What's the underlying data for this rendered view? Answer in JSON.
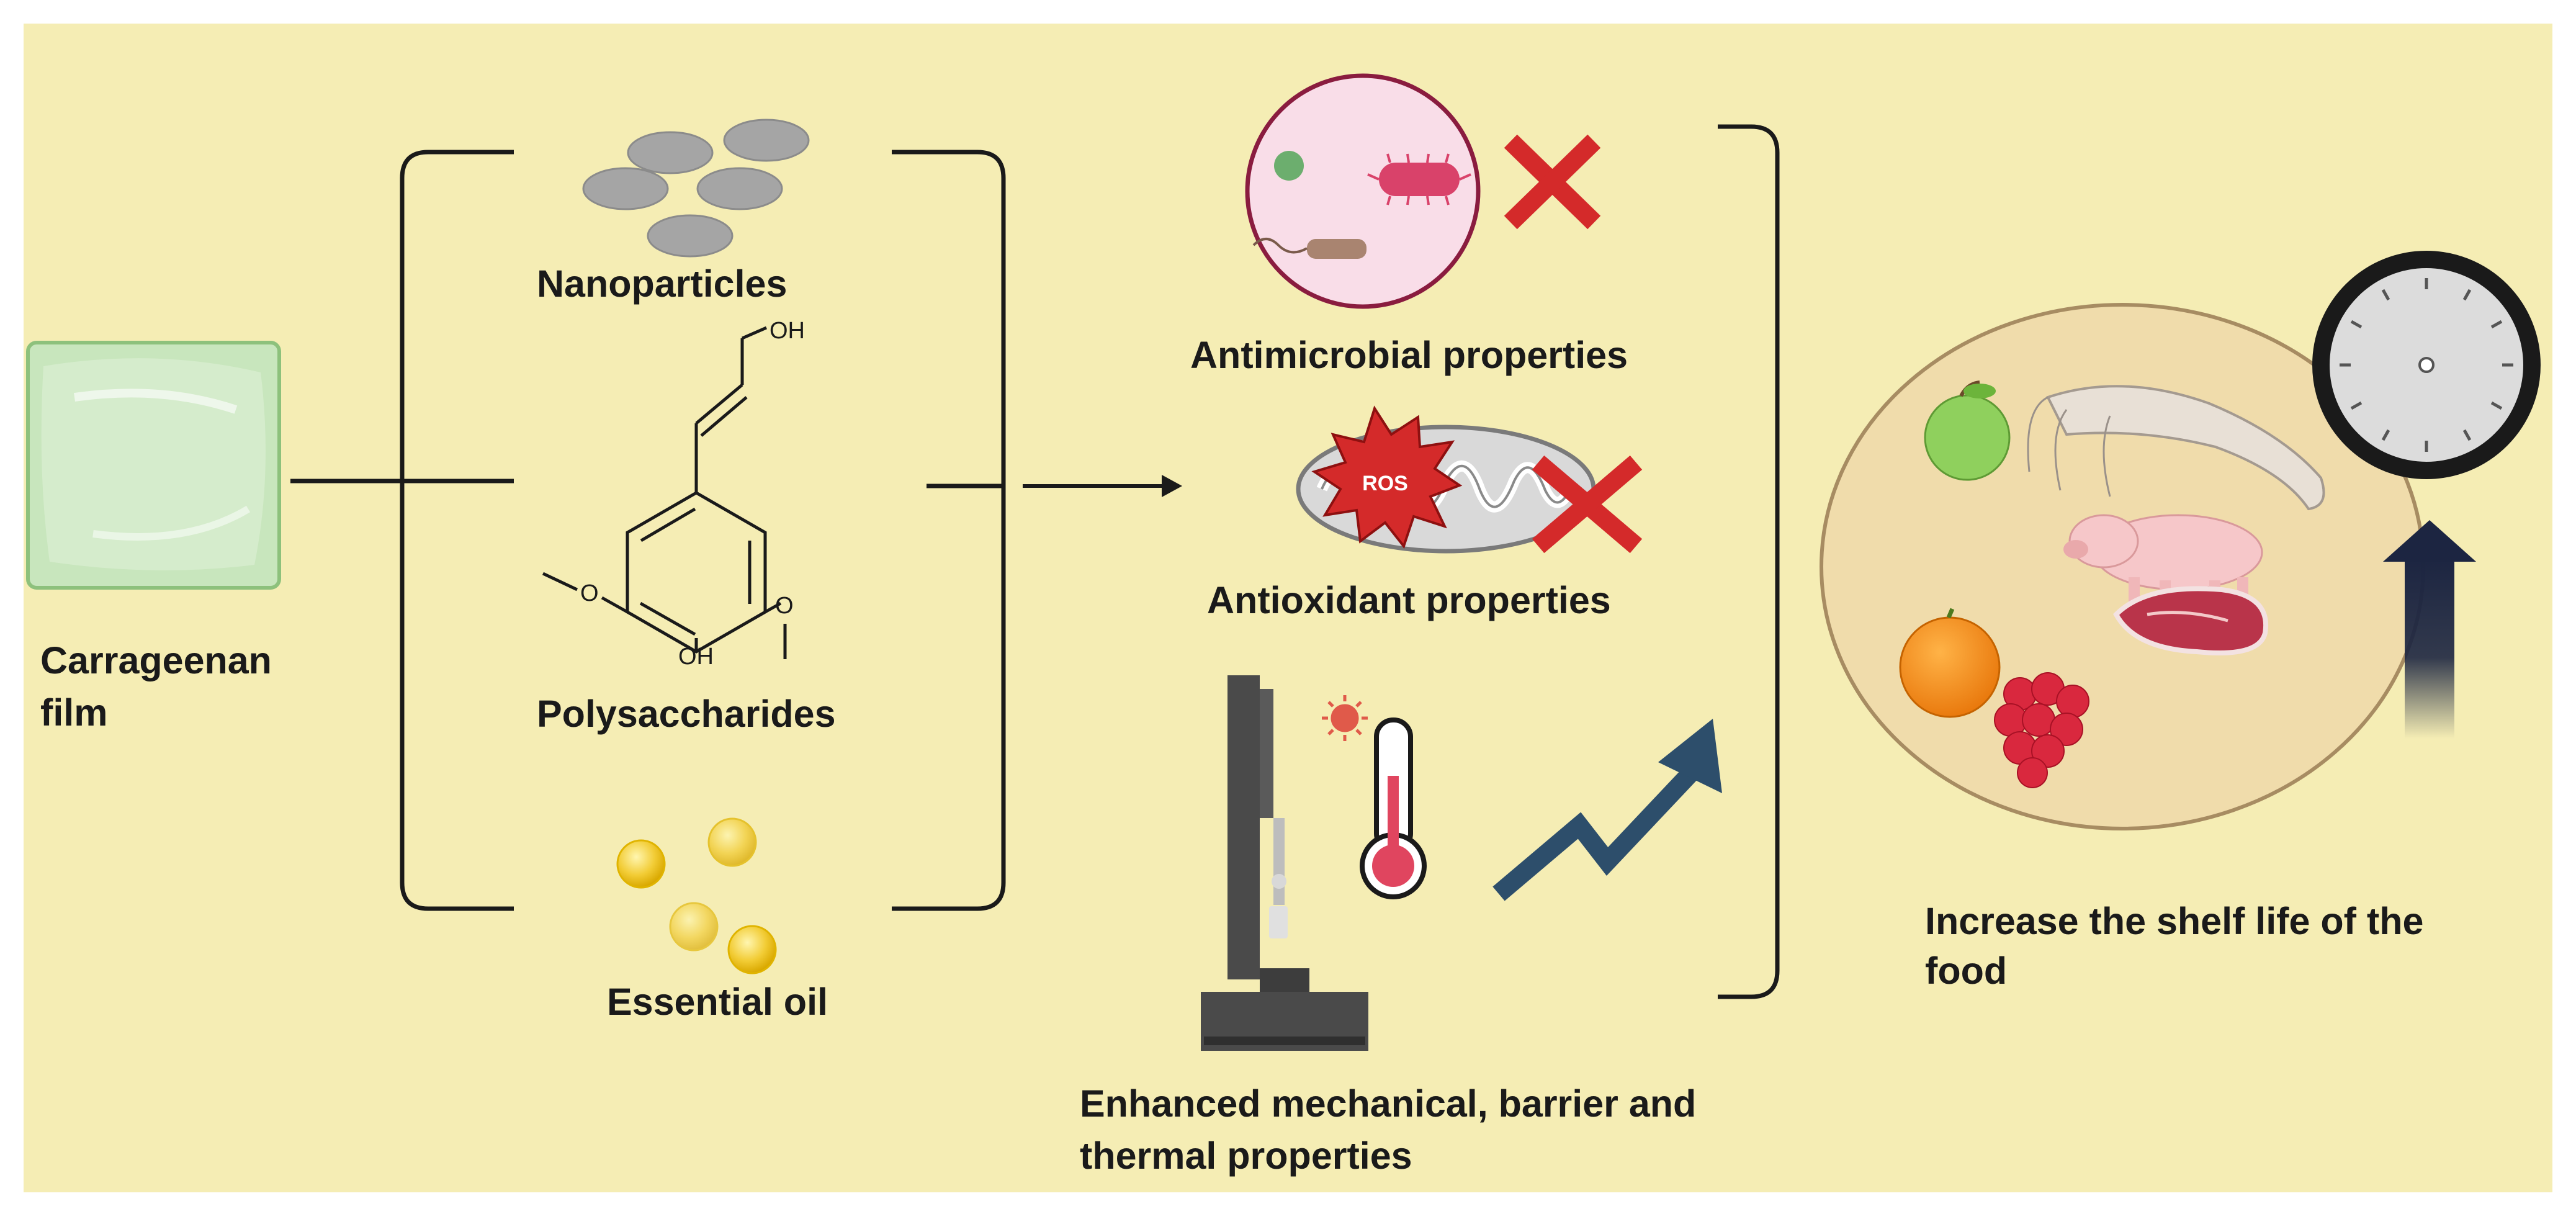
{
  "colors": {
    "background": "#f5edb4",
    "ink": "#1a1a1a",
    "red_cross": "#d42a2a",
    "trend_arrow": "#2d4e6b",
    "up_arrow": "#1c2541"
  },
  "icons": [
    "carrageenan-film-icon",
    "nanoparticles-icon",
    "chemical-structure-icon",
    "oil-droplets-icon",
    "microbe-cell-icon",
    "mitochondrion-icon",
    "cross-icon",
    "instrument-icon",
    "thermometer-icon",
    "trend-arrow-icon",
    "food-plate-icon",
    "clock-icon",
    "up-arrow-icon"
  ],
  "input": {
    "label": "Carrageenan film"
  },
  "components": {
    "nanoparticles": "Nanoparticles",
    "polysaccharides": "Polysaccharides",
    "essential_oil": "Essential oil"
  },
  "chem": {
    "oh_top": "OH",
    "oh_bottom": "OH",
    "methoxy_left": "O",
    "methoxy_right": "O"
  },
  "properties": {
    "antimicrobial": "Antimicrobial properties",
    "antioxidant": "Antioxidant properties",
    "ros": "ROS",
    "mechanical_line1": "Enhanced mechanical, barrier and",
    "mechanical_line2": "thermal properties"
  },
  "outcome": {
    "line1": "Increase the shelf life of the",
    "line2": "food"
  }
}
